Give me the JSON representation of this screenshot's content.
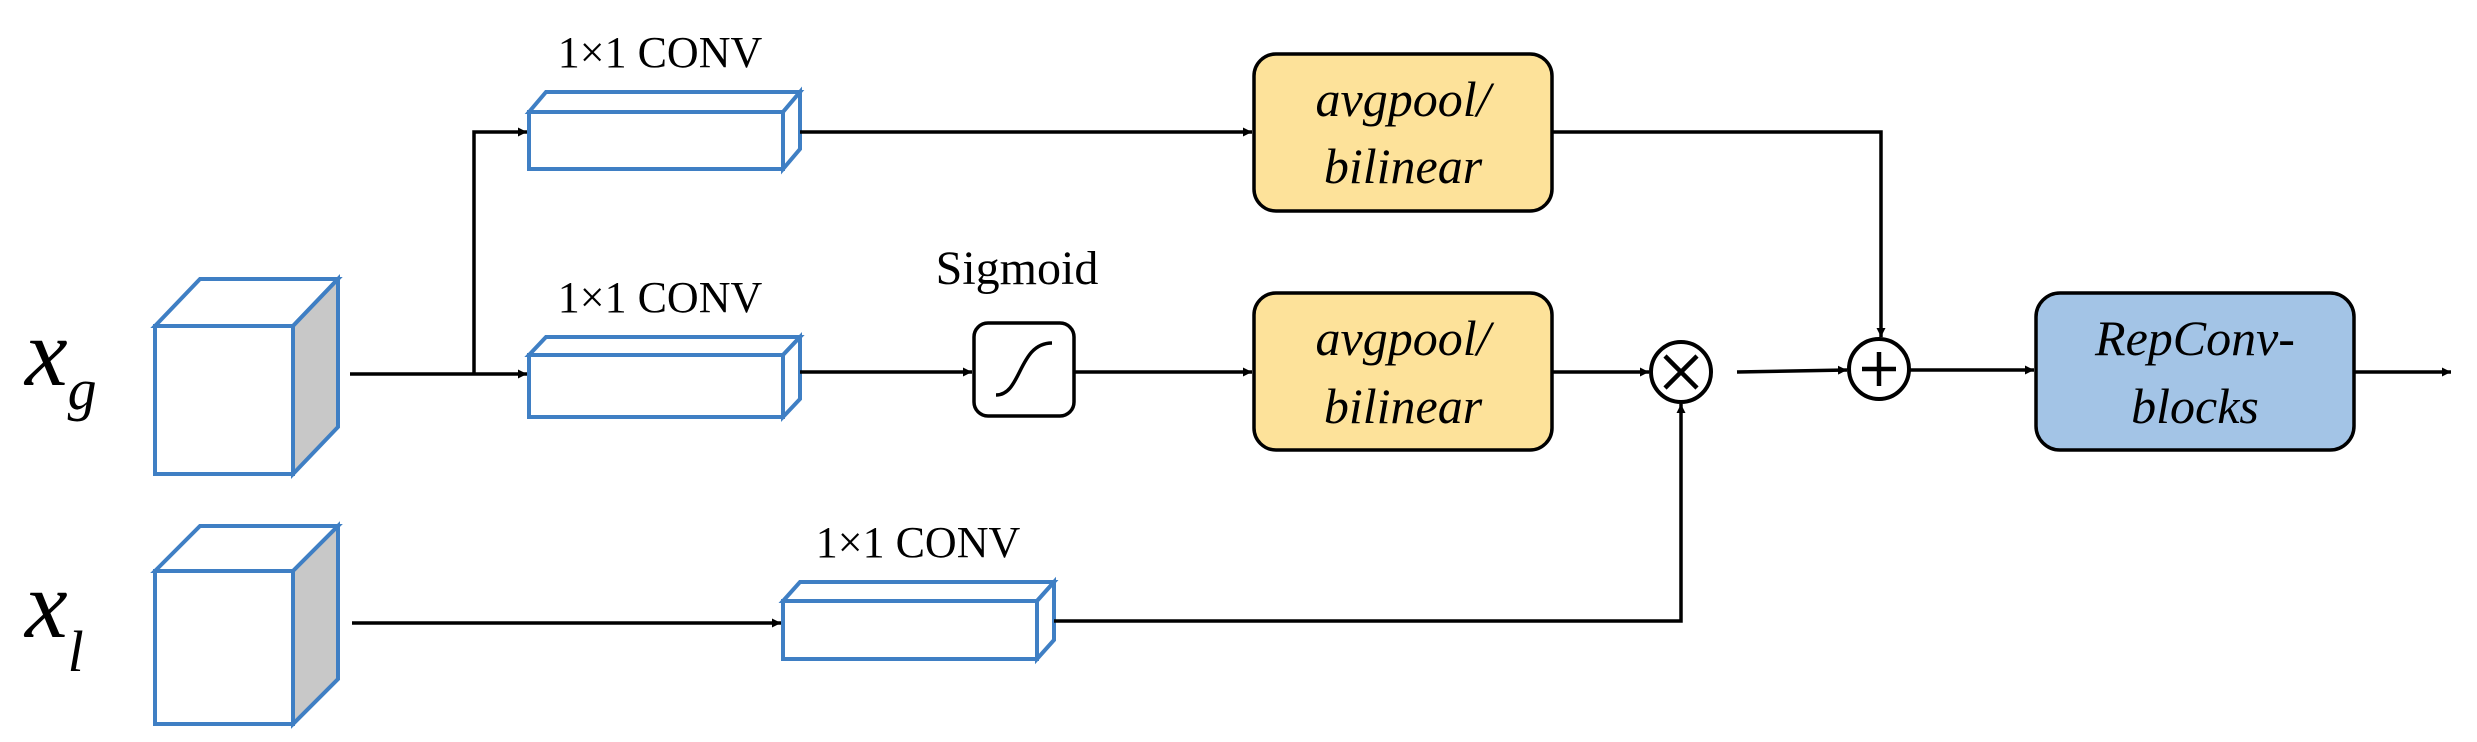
{
  "inputs": {
    "global": {
      "symbol": "x",
      "subscript": "g"
    },
    "local": {
      "symbol": "x",
      "subscript": "l"
    }
  },
  "conv_blocks": {
    "top": {
      "label": "1×1 CONV"
    },
    "middle": {
      "label": "1×1 CONV"
    },
    "bottom": {
      "label": "1×1 CONV"
    }
  },
  "activation": {
    "label": "Sigmoid"
  },
  "pool_blocks": {
    "top": {
      "line1": "avgpool/",
      "line2": "bilinear"
    },
    "middle": {
      "line1": "avgpool/",
      "line2": "bilinear"
    }
  },
  "output_block": {
    "line1": "RepConv-",
    "line2": "blocks"
  },
  "colors": {
    "conv_stroke": "#3f7fc4",
    "cube_side": "#c8c8c8",
    "pool_fill": "#fde29a",
    "output_fill": "#a3c4e6",
    "line": "#000000"
  }
}
